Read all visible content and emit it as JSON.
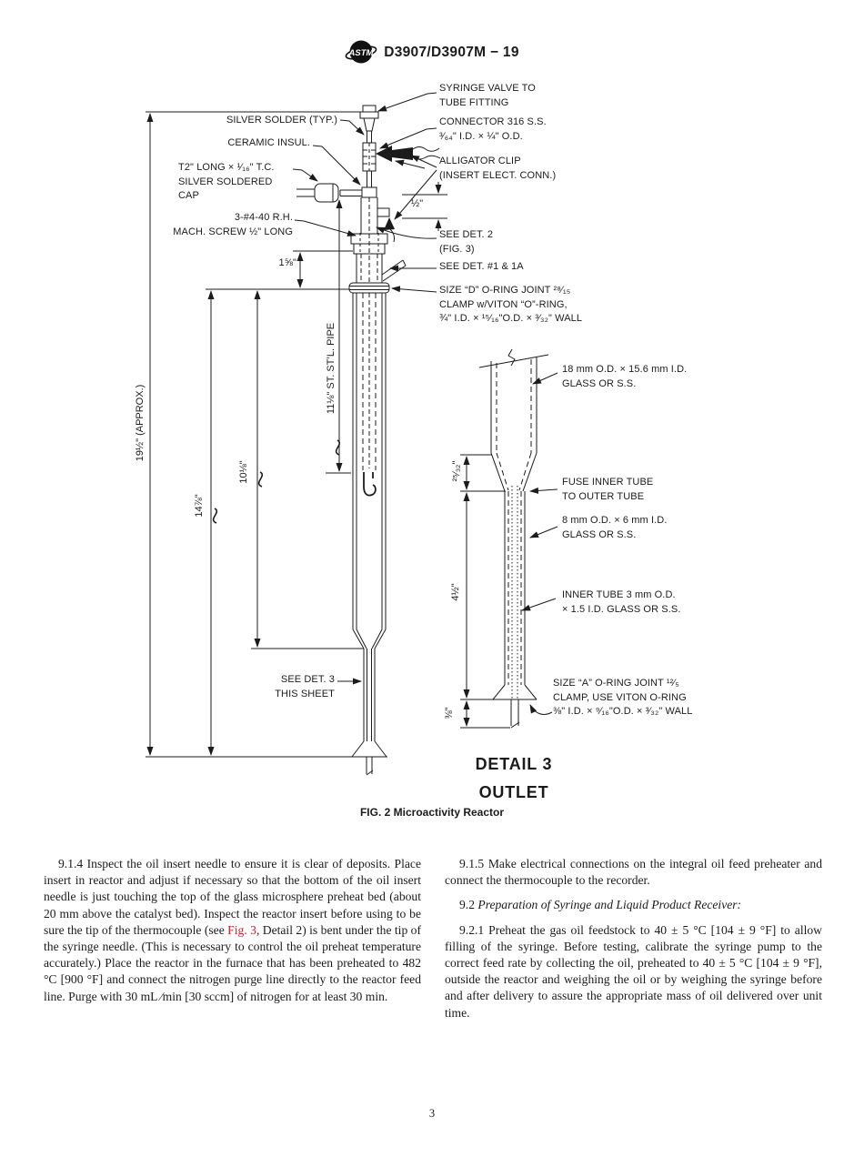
{
  "header": {
    "standard_number": "D3907/D3907M − 19"
  },
  "figure": {
    "caption": "FIG. 2 Microactivity Reactor",
    "detail_title": "DETAIL 3",
    "detail_subtitle": "OUTLET",
    "labels": {
      "syringe_valve": "SYRINGE VALVE TO\nTUBE FITTING",
      "silver_solder": "SILVER SOLDER (TYP.)",
      "connector": "CONNECTOR 316 S.S.\n³⁄₆₄\" I.D. × ¼\" O.D.",
      "ceramic_insul": "CERAMIC INSUL.",
      "alligator_clip": "ALLIGATOR CLIP\n(INSERT ELECT. CONN.)",
      "tc_cap": "T2\" LONG × ¹⁄₁₆\" T.C.\nSILVER SOLDERED\nCAP",
      "mach_screw": "3-#4-40 R.H.\nMACH. SCREW ½\" LONG",
      "half_inch": "½\"",
      "see_det_2": "SEE DET. 2\n(FIG. 3)",
      "see_det_1": "SEE DET. #1 & 1A",
      "oring_d": "SIZE “D” O-RING JOINT ²⁸⁄₁₅\nCLAMP w/VITON “O”-RING,\n¾\" I.D. × ¹⁵⁄₁₆\"O.D. × ³⁄₃₂\" WALL",
      "dim_1_5_8": "1⅝\"",
      "dim_19_1_2": "19½\" (APPROX.)",
      "dim_14_7_8": "14⅞\"",
      "dim_10_1_8": "10⅛\"",
      "dim_11_1_8": "11⅛\" ST. ST’L. PIPE",
      "see_det_3": "SEE DET. 3\nTHIS SHEET",
      "tube18": "18 mm O.D. × 15.6 mm I.D.\nGLASS OR S.S.",
      "fuse": "FUSE INNER TUBE\nTO OUTER TUBE",
      "tube8": "8 mm O.D. × 6 mm I.D.\nGLASS OR S.S.",
      "inner_tube": "INNER TUBE 3 mm O.D.\n× 1.5 I.D. GLASS OR S.S.",
      "oring_a": "SIZE “A” O-RING JOINT ¹²⁄₅\nCLAMP, USE VITON O-RING\n⅜\" I.D. × ⁹⁄₁₆\"O.D. × ³⁄₃₂\" WALL",
      "dim_25_32": "²⁵⁄₃₂\"",
      "dim_4_1_2": "4½\"",
      "dim_3_8": "⅜\""
    }
  },
  "body": {
    "col_left": {
      "p914_before": "9.1.4  Inspect the oil insert needle to ensure it is clear of deposits. Place insert in reactor and adjust if necessary so that the bottom of the oil insert needle is just touching the top of the glass microsphere preheat bed (about 20 mm above the catalyst bed). Inspect the reactor insert before using to be sure the tip of the thermocouple (see ",
      "p914_link": "Fig. 3",
      "p914_after": ", Detail 2) is bent under the tip of the syringe needle. (This is necessary to control the oil preheat temperature accurately.) Place the reactor in the furnace that has been preheated to 482 °C [900 °F] and connect the nitrogen purge line directly to the reactor feed line. Purge with 30 mL ⁄min [30 sccm] of nitrogen for at least 30 min."
    },
    "col_right": {
      "p915": "9.1.5  Make electrical connections on the integral oil feed preheater and connect the thermocouple to the recorder.",
      "h92_num": "9.2 ",
      "h92_title": "Preparation of Syringe and Liquid Product Receiver:",
      "p921": "9.2.1  Preheat the gas oil feedstock to 40 ± 5 °C [104 ± 9 °F] to allow filling of the syringe. Before testing, calibrate the syringe pump to the correct feed rate by collecting the oil, preheated to 40 ± 5 °C [104 ± 9 °F], outside the reactor and weighing the oil or by weighing the syringe before and after delivery to assure the appropriate mass of oil delivered over unit time."
    }
  },
  "footer": {
    "page_number": "3"
  },
  "colors": {
    "link_red": "#bf2230",
    "ink": "#1b1b1b"
  }
}
